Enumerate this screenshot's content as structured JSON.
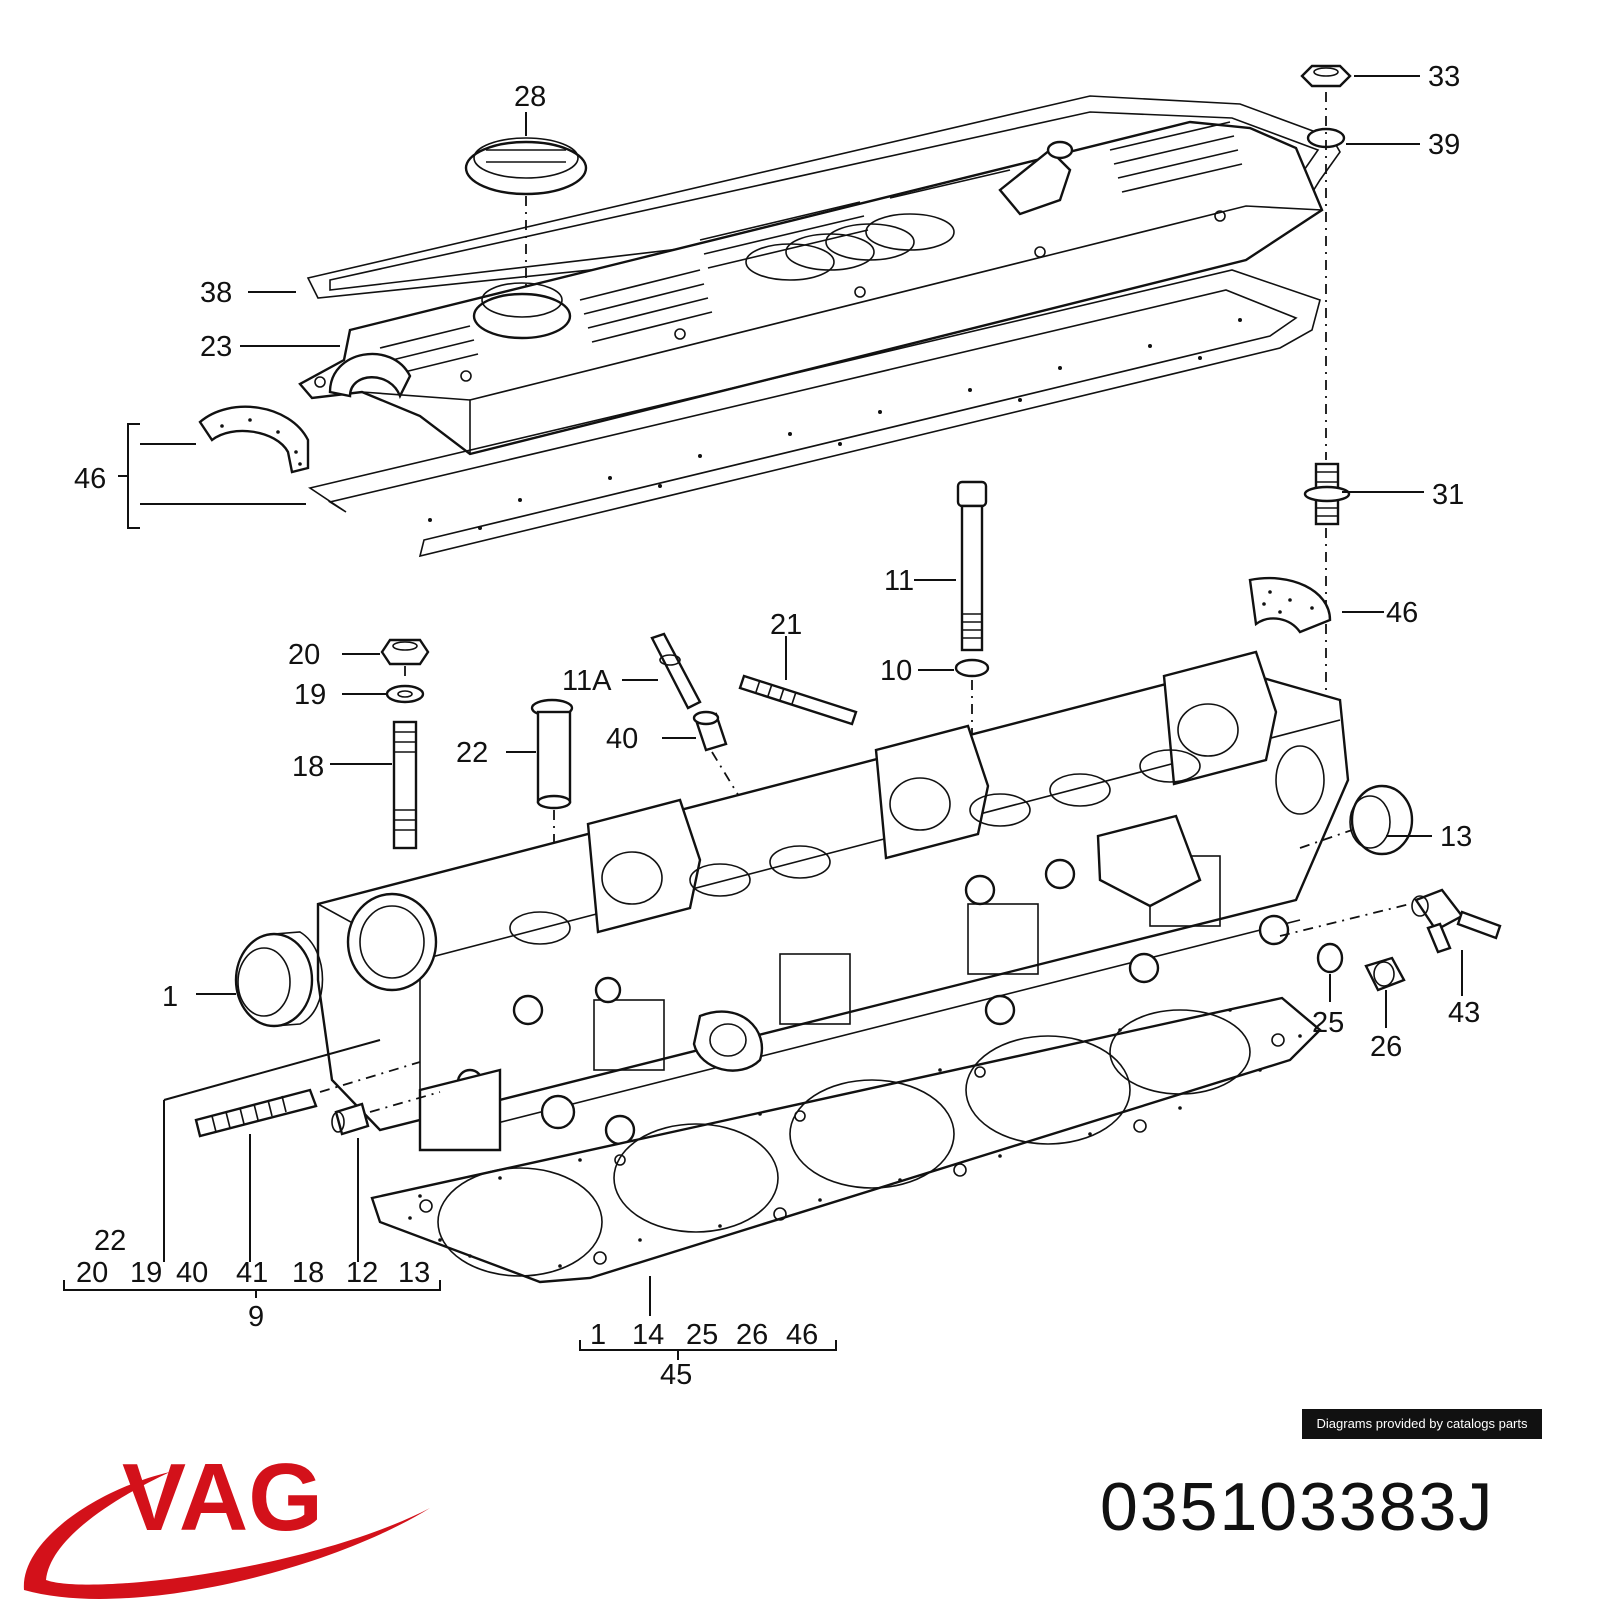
{
  "callouts": {
    "c28": "28",
    "c33": "33",
    "c39": "39",
    "c38": "38",
    "c23": "23",
    "c46a": "46",
    "c31": "31",
    "c11": "11",
    "c46b": "46",
    "c20": "20",
    "c19": "19",
    "c18": "18",
    "c21": "21",
    "c10": "10",
    "c11a": "11A",
    "c22": "22",
    "c40": "40",
    "c13": "13",
    "c1": "1",
    "c25": "25",
    "c26": "26",
    "c43": "43"
  },
  "group9": {
    "top": "22",
    "row": [
      "20",
      "19",
      "40",
      "41",
      "18",
      "12",
      "13"
    ],
    "total": "9"
  },
  "group45": {
    "row": [
      "1",
      "14",
      "25",
      "26",
      "46"
    ],
    "total": "45"
  },
  "footer": {
    "credit": "Diagrams provided by catalogs parts",
    "brand": "VAG",
    "part_number": "035103383J"
  },
  "colors": {
    "brand_red": "#d3111a",
    "ink": "#111111",
    "badge_bg": "#111111"
  }
}
